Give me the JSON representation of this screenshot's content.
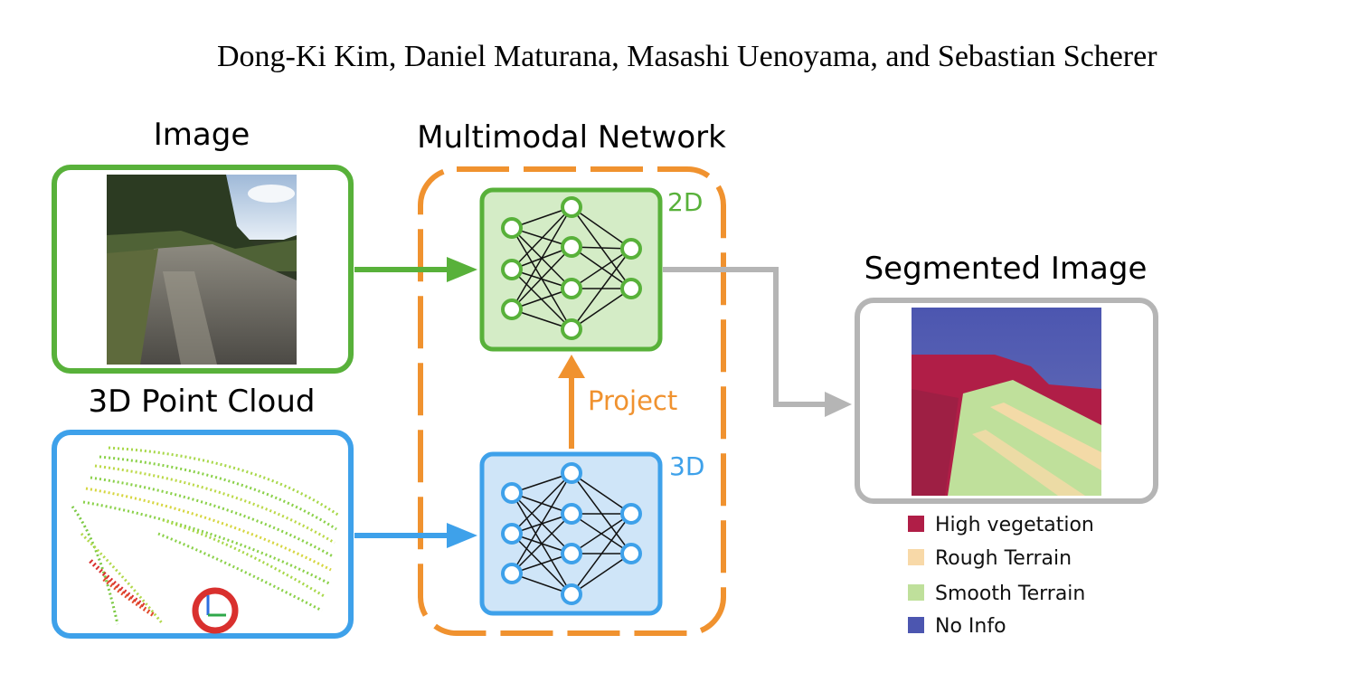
{
  "authors": "Dong-Ki Kim, Daniel Maturana, Masashi Uenoyama, and Sebastian Scherer",
  "labels": {
    "image": "Image",
    "point_cloud": "3D Point Cloud",
    "network": "Multimodal Network",
    "net_2d": "2D",
    "net_3d": "3D",
    "project": "Project",
    "segmented": "Segmented Image"
  },
  "legend": [
    {
      "label": "High vegetation",
      "color": "#b01e47"
    },
    {
      "label": "Rough Terrain",
      "color": "#f8d9a8"
    },
    {
      "label": "Smooth Terrain",
      "color": "#bfe09b"
    },
    {
      "label": "No Info",
      "color": "#4c56b0"
    }
  ],
  "colors": {
    "green": "#58b13a",
    "blue": "#3ea1ea",
    "orange": "#f0922f",
    "gray": "#b5b5b5"
  }
}
